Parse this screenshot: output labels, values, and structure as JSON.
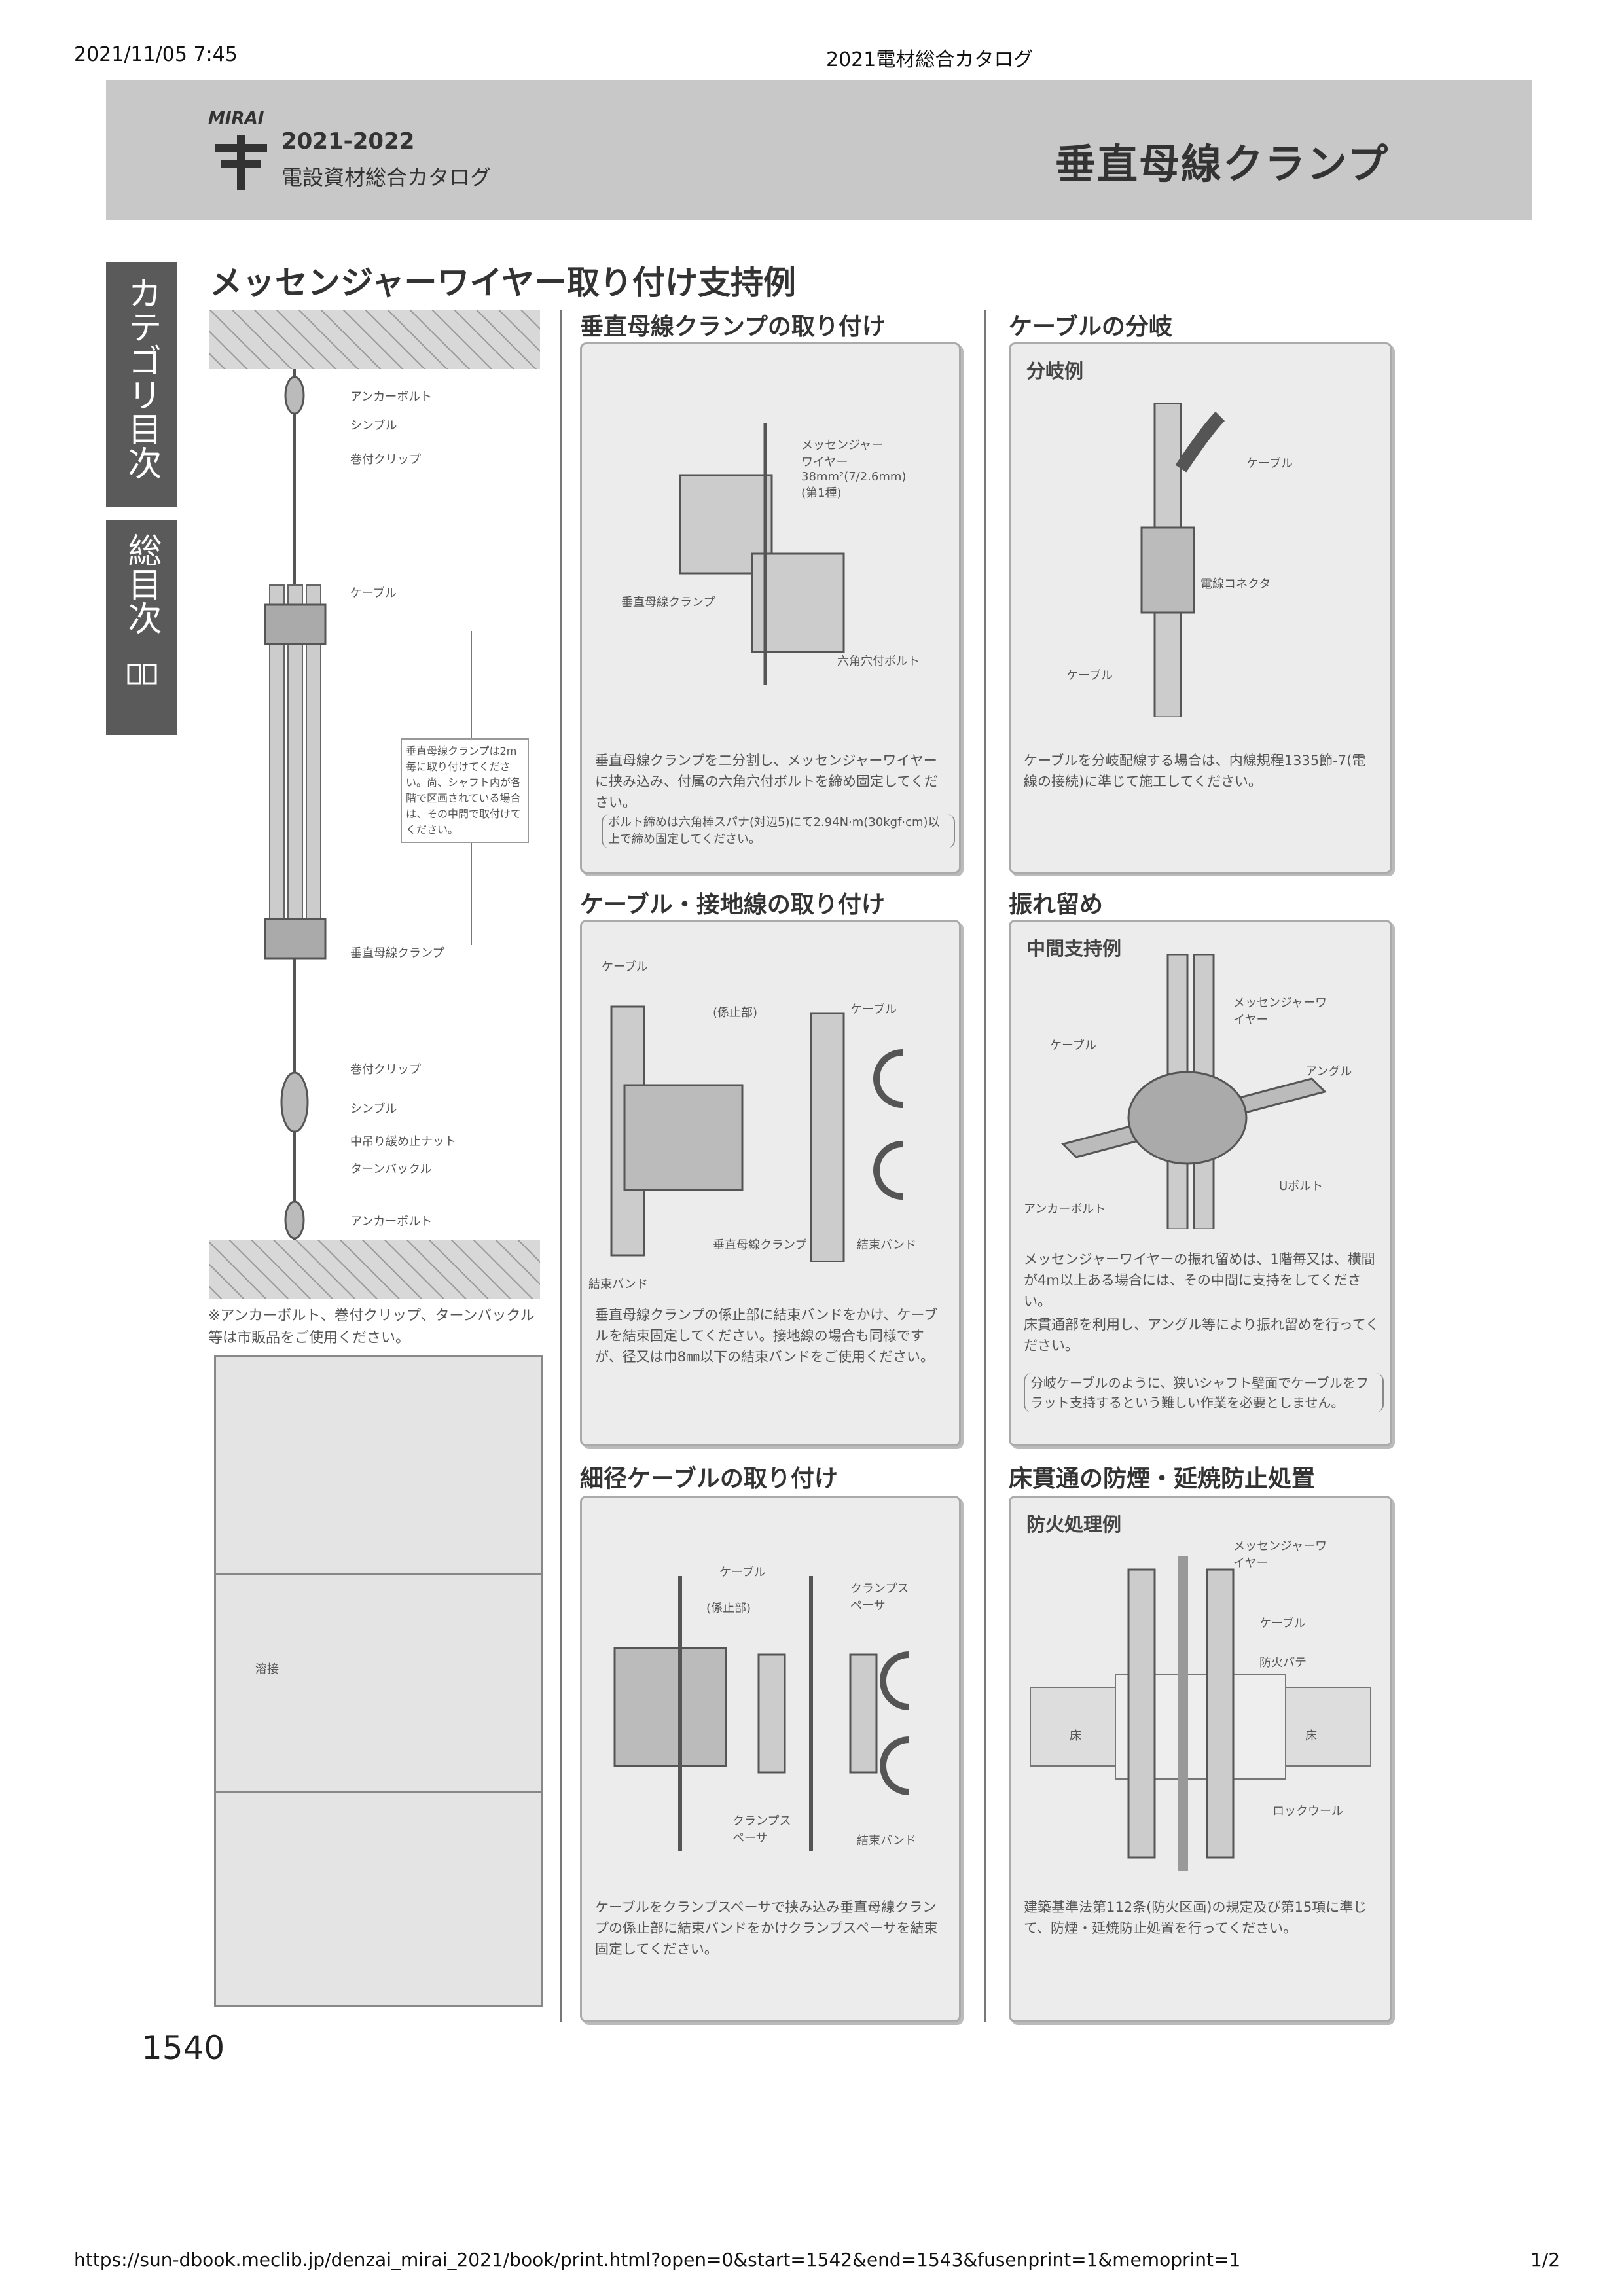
{
  "print_header": {
    "datetime": "2021/11/05 7:45",
    "doc_title": "2021電材総合カタログ"
  },
  "catalog": {
    "brand": "MIRAI",
    "years": "2021-2022",
    "name": "電設資材総合カタログ",
    "page_title": "垂直母線クランプ"
  },
  "side_tabs": [
    {
      "label": "カテゴリ目次"
    },
    {
      "label": "総目次",
      "icon": "book-icon"
    }
  ],
  "section_title": "メッセンジャーワイヤー取り付け支持例",
  "left_diagram": {
    "labels": [
      "アンカーボルト",
      "シンブル",
      "巻付クリップ",
      "ケーブル",
      "垂直母線クランプ",
      "巻付クリップ",
      "シンブル",
      "中吊り緩め止ナット",
      "ターンバックル",
      "アンカーボルト"
    ],
    "callout": "垂直母線クランプは2m毎に取り付けてください。尚、シャフト内が各階で区画されている場合は、その中間で取付けてください。",
    "note": "※アンカーボルト、巻付クリップ、ターンバックル等は市販品をご使用ください。",
    "detail_label": "溶接"
  },
  "panels": [
    {
      "heading": "垂直母線クランプの取り付け",
      "labels": [
        "メッセンジャーワイヤー 38mm²(7/2.6mm)(第1種)",
        "垂直母線クランプ",
        "六角穴付ボルト"
      ],
      "text": "垂直母線クランプを二分割し、メッセンジャーワイヤーに挟み込み、付属の六角穴付ボルトを締め固定してください。",
      "paren": "ボルト締めは六角棒スパナ(対辺5)にて2.94N·m(30kgf·cm)以上で締め固定してください。"
    },
    {
      "heading": "ケーブルの分岐",
      "sub": "分岐例",
      "labels": [
        "ケーブル",
        "電線コネクタ",
        "ケーブル"
      ],
      "text": "ケーブルを分岐配線する場合は、内線規程1335節-7(電線の接続)に準じて施工してください。"
    },
    {
      "heading": "ケーブル・接地線の取り付け",
      "labels": [
        "ケーブル",
        "(係止部)",
        "ケーブル",
        "垂直母線クランプ",
        "結束バンド",
        "結束バンド"
      ],
      "text": "垂直母線クランプの係止部に結束バンドをかけ、ケーブルを結束固定してください。接地線の場合も同様ですが、径又は巾8㎜以下の結束バンドをご使用ください。"
    },
    {
      "heading": "振れ留め",
      "sub": "中間支持例",
      "labels": [
        "メッセンジャーワイヤー",
        "ケーブル",
        "アングル",
        "Uボルト",
        "アンカーボルト"
      ],
      "text": "メッセンジャーワイヤーの振れ留めは、1階毎又は、横間が4m以上ある場合には、その中間に支持をしてください。",
      "text2": "床貫通部を利用し、アングル等により振れ留めを行ってください。",
      "paren": "分岐ケーブルのように、狭いシャフト壁面でケーブルをフラット支持するという難しい作業を必要としません。"
    },
    {
      "heading": "細径ケーブルの取り付け",
      "labels": [
        "ケーブル",
        "(係止部)",
        "クランプスペーサ",
        "クランプスペーサ",
        "結束バンド"
      ],
      "text": "ケーブルをクランプスペーサで挟み込み垂直母線クランプの係止部に結束バンドをかけクランプスペーサを結束固定してください。"
    },
    {
      "heading": "床貫通の防煙・延焼防止処置",
      "sub": "防火処理例",
      "labels": [
        "メッセンジャーワイヤー",
        "ケーブル",
        "防火パテ",
        "床",
        "床",
        "ロックウール"
      ],
      "text": "建築基準法第112条(防火区画)の規定及び第15項に準じて、防煙・延焼防止処置を行ってください。"
    }
  ],
  "page_number": "1540",
  "print_footer": {
    "url": "https://sun-dbook.meclib.jp/denzai_mirai_2021/book/print.html?open=0&start=1542&end=1543&fusenprint=1&memoprint=1",
    "page": "1/2"
  }
}
